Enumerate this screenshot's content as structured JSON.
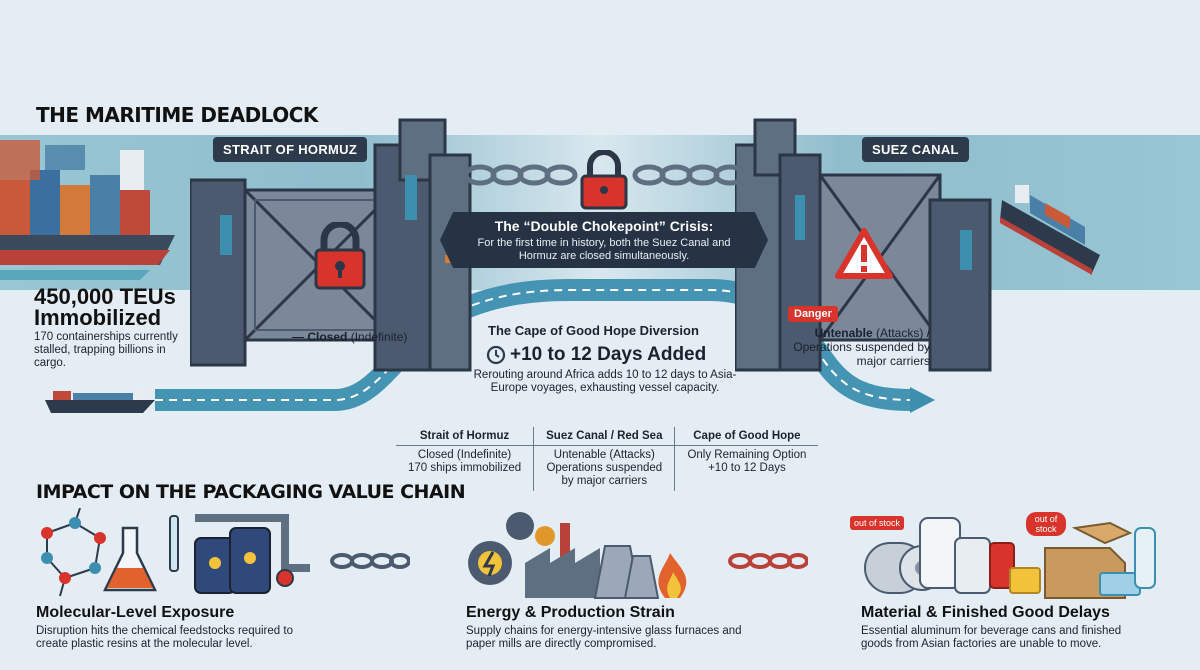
{
  "header": {
    "title": "THE MARITIME DEADLOCK"
  },
  "labels": {
    "hormuz": "STRAIT OF HORMUZ",
    "suez": "SUEZ CANAL"
  },
  "banner": {
    "title": "The “Double Chokepoint” Crisis:",
    "text": "For the first time in history, both the Suez Canal and Hormuz are closed simultaneously."
  },
  "left_stat": {
    "value": "450,000 TEUs",
    "sub": "Immobilized",
    "desc": "170 containerships currently stalled, trapping billions in cargo."
  },
  "hormuz_status": {
    "bold": "Closed",
    "rest": " (Indefinite)"
  },
  "suez_status": {
    "danger": "Danger",
    "bold": "Untenable",
    "rest": " (Attacks) /",
    "line2": "Operations suspended by major carriers"
  },
  "cape": {
    "title": "The Cape of Good Hope Diversion",
    "headline": "+10 to 12 Days Added",
    "desc": "Rerouting around Africa adds 10 to 12 days to Asia-Europe voyages, exhausting vessel capacity."
  },
  "table": {
    "headers": [
      "Strait of Hormuz",
      "Suez Canal / Red Sea",
      "Cape of Good Hope"
    ],
    "rows": [
      [
        "Closed (Indefinite)\n170 ships immobilized",
        "Untenable (Attacks)\nOperations suspended\nby major carriers",
        "Only Remaining Option\n+10 to 12 Days"
      ]
    ]
  },
  "impact": {
    "title": "IMPACT ON THE PACKAGING VALUE CHAIN",
    "items": [
      {
        "title": "Molecular-Level Exposure",
        "desc": "Disruption hits the chemical feedstocks required to create plastic resins at the molecular level."
      },
      {
        "title": "Energy & Production Strain",
        "desc": "Supply chains for energy-intensive glass furnaces and paper mills are directly compromised."
      },
      {
        "title": "Material & Finished Good Delays",
        "desc": "Essential aluminum for beverage cans and finished goods from Asian factories are unable to move."
      }
    ],
    "tags": {
      "tag1": "out of stock",
      "tag2": "out of stock"
    }
  },
  "colors": {
    "dark": "#263345",
    "red": "#d9342b",
    "teal": "#3d8fb0",
    "gate": "#5f6f82"
  }
}
